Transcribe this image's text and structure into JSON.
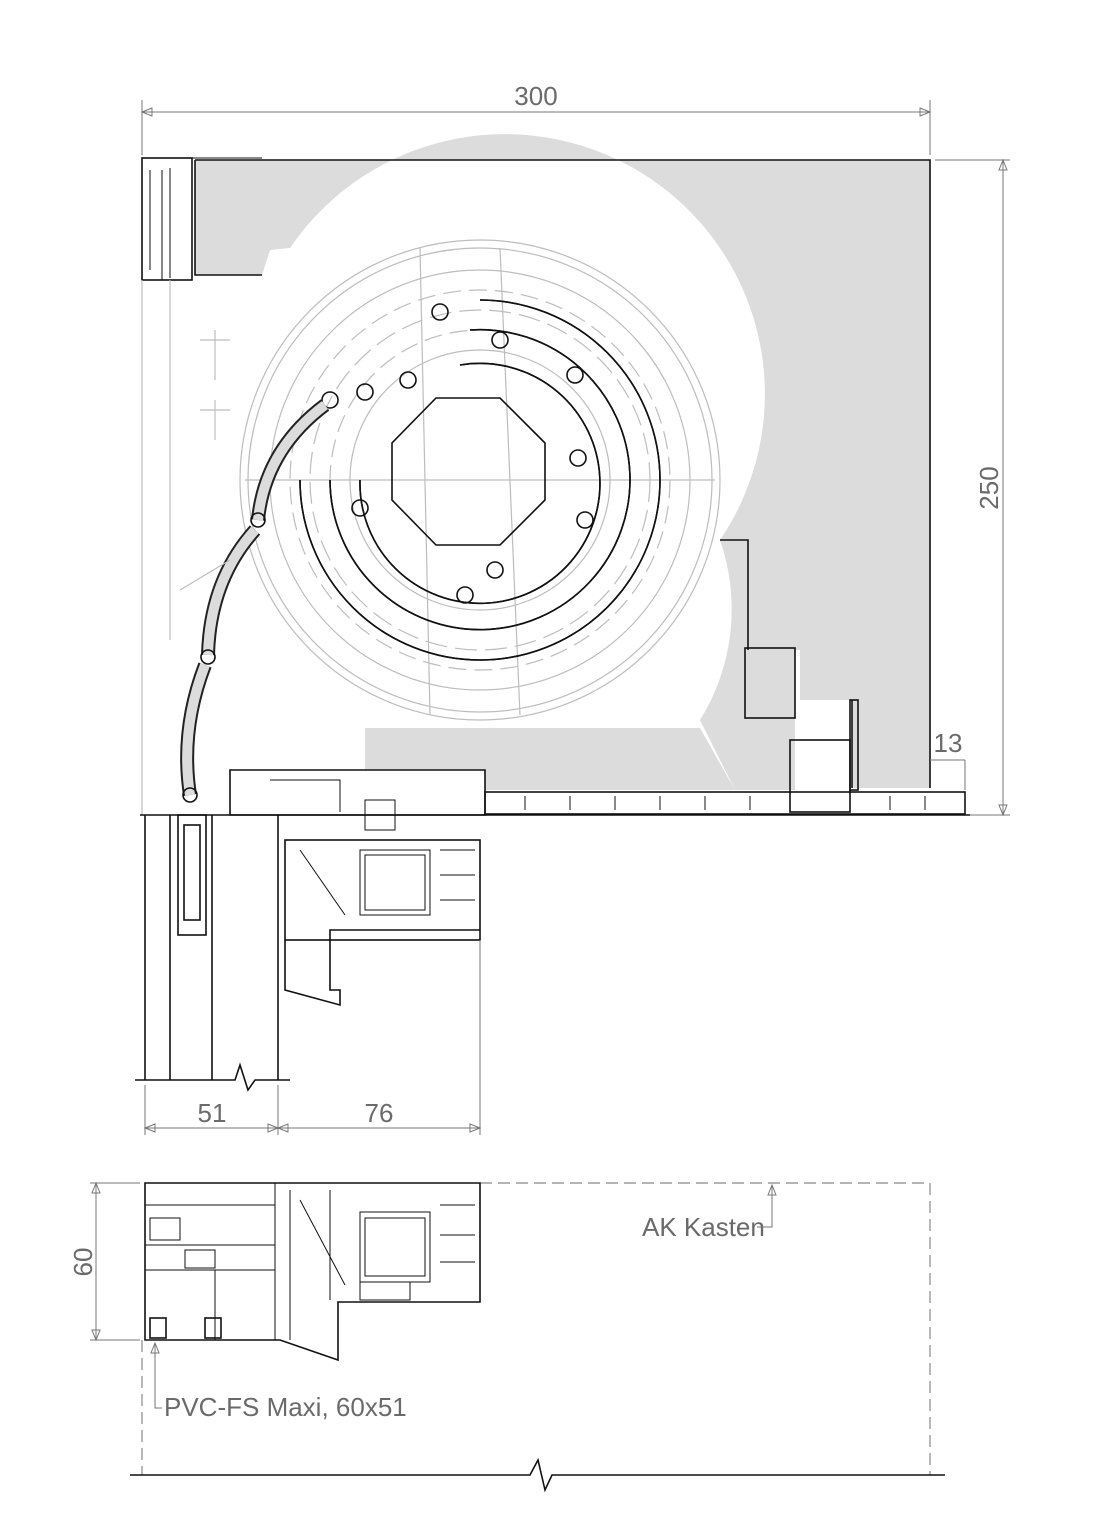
{
  "dimensions": {
    "width_top": "300",
    "height_right": "250",
    "offset_right": "13",
    "bottom_left": "51",
    "bottom_right": "76",
    "section_height": "60"
  },
  "labels": {
    "box_label": "AK Kasten",
    "frame_label": "PVC-FS Maxi, 60x51"
  }
}
